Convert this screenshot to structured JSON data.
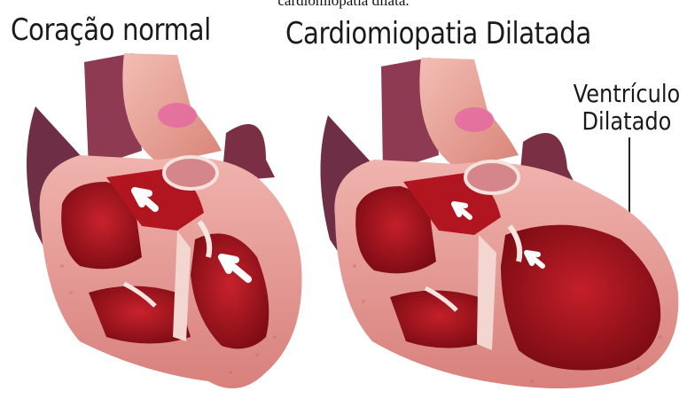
{
  "caption": "cardiomiopatia dilata.",
  "panels": {
    "normal": {
      "title": "Coração normal"
    },
    "dilated": {
      "title": "Cardiomiopatia  Dilatada",
      "callout_line1": "Ventrículo",
      "callout_line2": "Dilatado"
    }
  },
  "colors": {
    "chamber": "#a8121e",
    "wall": "#d98a86",
    "aorta": "#e7a8a0",
    "vessel_dark": "#6e2f46",
    "septum_light": "#f3d6d0"
  }
}
